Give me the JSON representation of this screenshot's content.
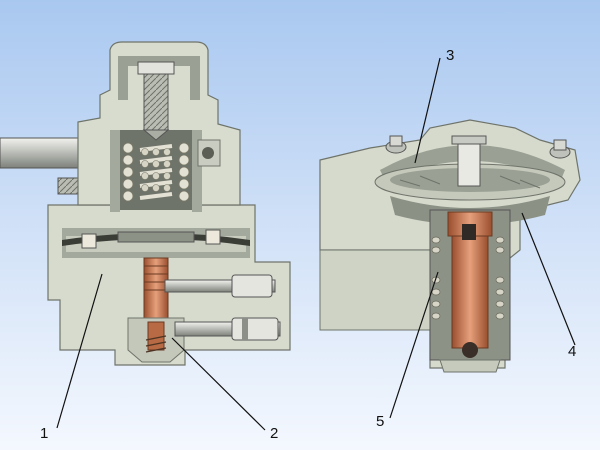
{
  "diagram": {
    "callouts": [
      {
        "id": "1",
        "text": "1"
      },
      {
        "id": "2",
        "text": "2"
      },
      {
        "id": "3",
        "text": "3"
      },
      {
        "id": "4",
        "text": "4"
      },
      {
        "id": "5",
        "text": "5"
      }
    ]
  },
  "colors": {
    "background_top": "#a9c8f0",
    "background_bottom": "#f4f8fe",
    "housing": "#d8dccf",
    "housing_dark": "#8f948a",
    "cut_face": "#9aa094",
    "spring": "#d9d7c8",
    "copper": "#c97a52",
    "metal": "#c9ccc9",
    "line": "#111111"
  }
}
